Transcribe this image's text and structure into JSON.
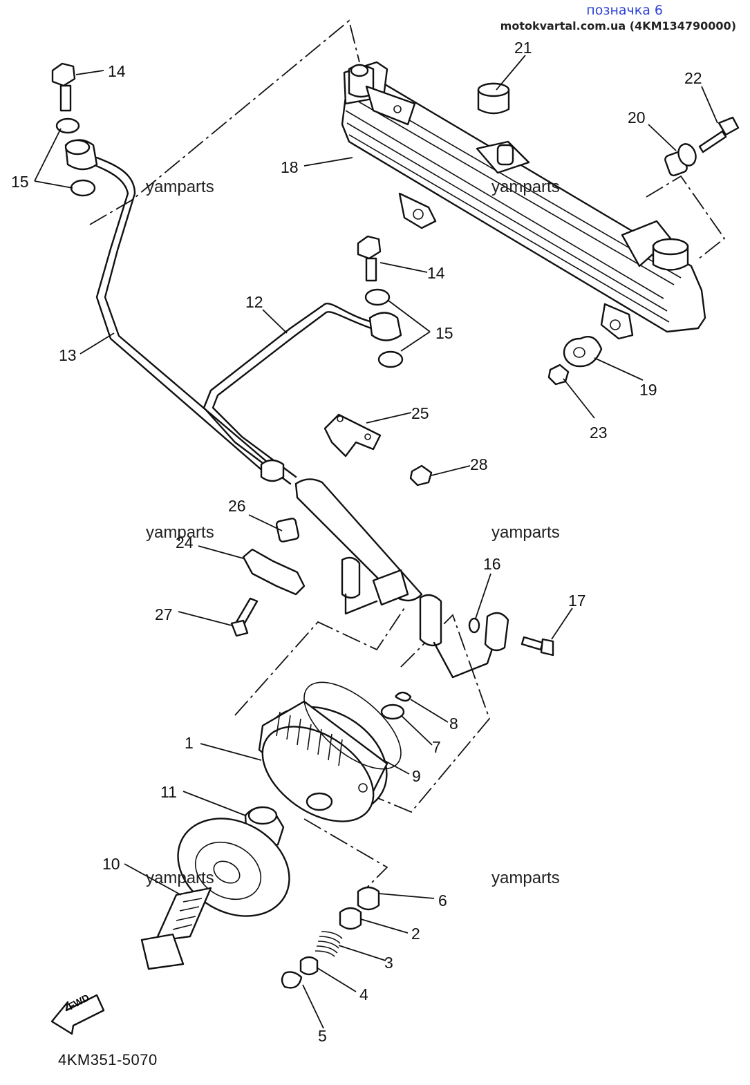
{
  "header": {
    "title": "позначка 6",
    "subtitle": "motokvartal.com.ua (4KM134790000)"
  },
  "watermark": "yamparts",
  "diagram_code": "4KM351-5070",
  "fwd_label": "FWD",
  "callouts": {
    "c1": "1",
    "c2": "2",
    "c3": "3",
    "c4": "4",
    "c5": "5",
    "c6": "6",
    "c7": "7",
    "c8": "8",
    "c9": "9",
    "c10": "10",
    "c11": "11",
    "c12": "12",
    "c13": "13",
    "c14a": "14",
    "c14b": "14",
    "c15a": "15",
    "c15b": "15",
    "c16": "16",
    "c17": "17",
    "c18": "18",
    "c19": "19",
    "c20": "20",
    "c21": "21",
    "c22": "22",
    "c23": "23",
    "c24": "24",
    "c25": "25",
    "c26": "26",
    "c27": "27",
    "c28": "28"
  }
}
